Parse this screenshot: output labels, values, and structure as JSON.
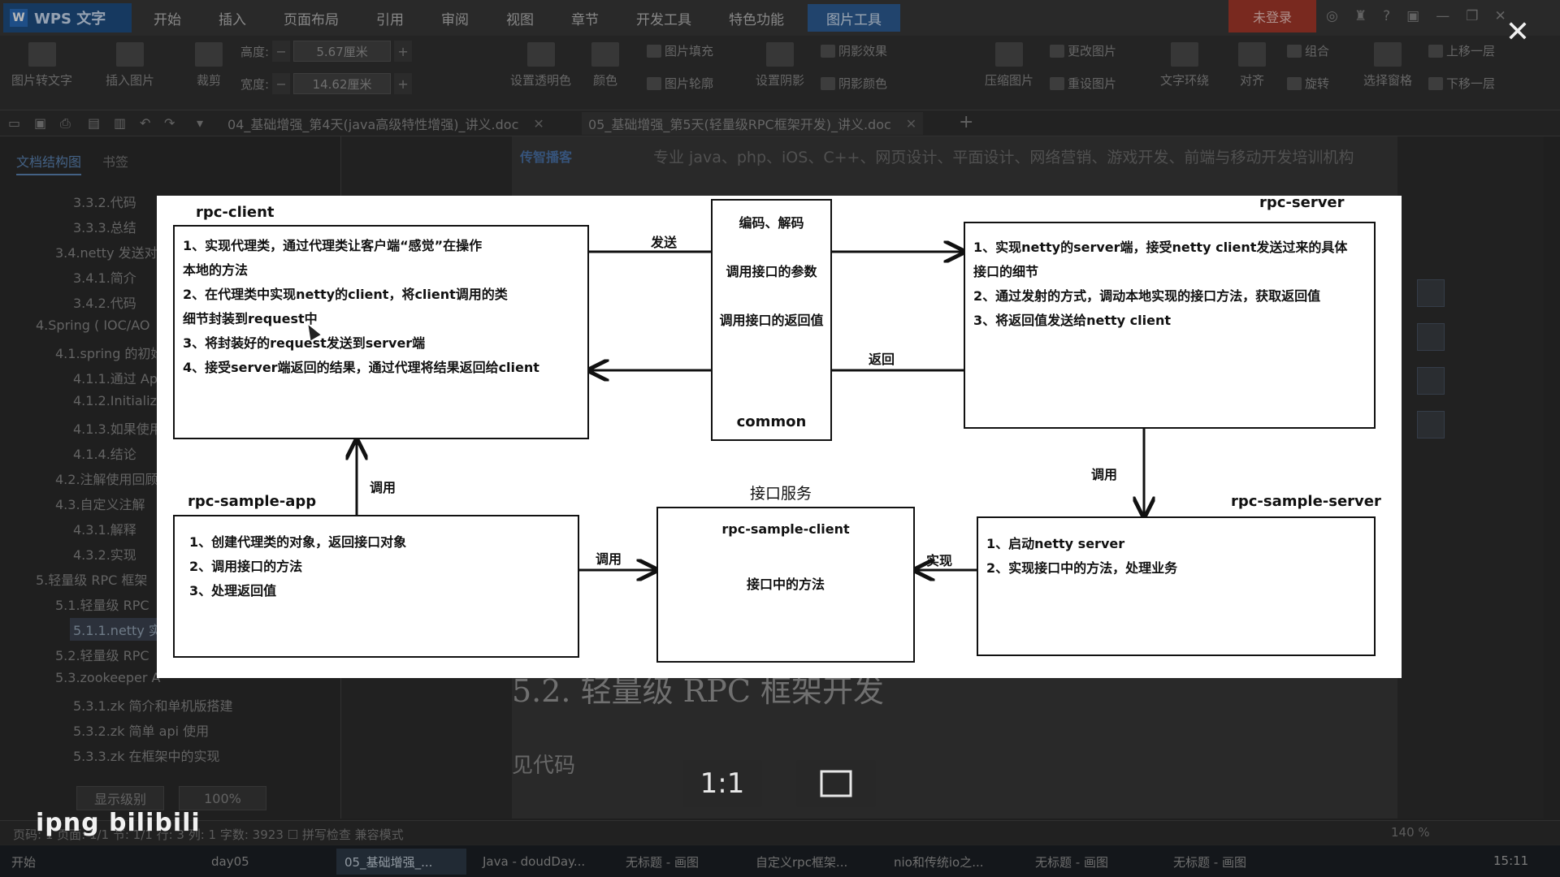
{
  "app": {
    "name": "WPS 文字",
    "menu": [
      "开始",
      "插入",
      "页面布局",
      "引用",
      "审阅",
      "视图",
      "章节",
      "开发工具",
      "特色功能",
      "图片工具"
    ],
    "active_menu": "图片工具",
    "login": "未登录"
  },
  "ribbon": {
    "image_to_text": "图片转文字",
    "insert_image": "插入图片",
    "crop": "裁剪",
    "height_label": "高度:",
    "height_value": "5.67厘米",
    "width_label": "宽度:",
    "width_value": "14.62厘米",
    "set_transparent": "设置透明色",
    "color": "颜色",
    "image_fill": "图片填充",
    "image_outline": "图片轮廓",
    "set_shadow": "设置阴影",
    "shadow_effect": "阴影效果",
    "shadow_color": "阴影颜色",
    "change_image": "更改图片",
    "compress_image": "压缩图片",
    "reset_image": "重设图片",
    "text_wrap": "文字环绕",
    "align": "对齐",
    "group": "组合",
    "rotate": "旋转",
    "selection_pane": "选择窗格",
    "bring_forward": "上移一层",
    "send_backward": "下移一层"
  },
  "doc_tabs": [
    {
      "label": "04_基础增强_第4天(java高级特性增强)_讲义.doc"
    },
    {
      "label": "05_基础增强_第5天(轻量级RPC框架开发)_讲义.doc"
    }
  ],
  "nav": {
    "tabs": [
      "文档结构图",
      "书签"
    ],
    "items": [
      "3.3.2.代码",
      "3.3.3.总结",
      "3.4.netty 发送对",
      "3.4.1.简介",
      "3.4.2.代码",
      "4.Spring ( IOC/AO",
      "4.1.spring 的初始",
      "4.1.1.通过 Ap",
      "4.1.2.Initializi",
      "4.1.3.如果使用",
      "4.1.4.结论",
      "4.2.注解使用回顾",
      "4.3.自定义注解",
      "4.3.1.解释",
      "4.3.2.实现",
      "5.轻量级 RPC 框架",
      "5.1.轻量级 RPC",
      "5.1.1.netty 实",
      "5.2.轻量级 RPC",
      "5.3.zookeeper A",
      "5.3.1.zk 简介和单机版搭建",
      "5.3.2.zk 简单 api 使用",
      "5.3.3.zk 在框架中的实现"
    ],
    "display_level": "显示级别",
    "zoom": "100%"
  },
  "document": {
    "header_logo": "传智播客",
    "header_text": "专业 java、php、iOS、C++、网页设计、平面设计、网络营销、游戏开发、前端与移动开发培训机构",
    "heading": "5.2. 轻量级 RPC 框架开发",
    "paragraph": "见代码"
  },
  "diagram": {
    "rpc_client": {
      "title": "rpc-client",
      "lines": [
        "1、实现代理类，通过代理类让客户端“感觉”在操作",
        "本地的方法",
        "2、在代理类中实现netty的client，将client调用的类",
        "细节封装到request中",
        "3、将封装好的request发送到server端",
        "4、接受server端返回的结果，通过代理将结果返回给client"
      ]
    },
    "common": {
      "lines": [
        "编码、解码",
        "调用接口的参数",
        "调用接口的返回值"
      ],
      "title": "common"
    },
    "rpc_server": {
      "title": "rpc-server",
      "lines": [
        "1、实现netty的server端，接受netty client发送过来的具体",
        "接口的细节",
        "2、通过发射的方式，调动本地实现的接口方法，获取返回值",
        "3、将返回值发送给netty client"
      ]
    },
    "rpc_sample_app": {
      "title": "rpc-sample-app",
      "lines": [
        "1、创建代理类的对象，返回接口对象",
        "2、调用接口的方法",
        "3、处理返回值"
      ]
    },
    "interface_service": {
      "caption": "接口服务",
      "title": "rpc-sample-client",
      "body": "接口中的方法"
    },
    "rpc_sample_server": {
      "title": "rpc-sample-server",
      "lines": [
        "1、启动netty server",
        "2、实现接口中的方法，处理业务"
      ]
    },
    "edges": {
      "send": "发送",
      "return": "返回",
      "call_left": "调用",
      "call_right": "调用",
      "call_bottom": "调用",
      "implement": "实现"
    }
  },
  "viewer": {
    "actual_size": "1:1",
    "fit_icon": "fit-screen-icon",
    "close_icon": "close-icon"
  },
  "watermark": "ipng bilibili",
  "status": {
    "text": "页码: 1  页面: 1/1  节: 1/1  行: 3  列: 1  字数: 3923  ☐ 拼写检查   兼容模式",
    "zoom": "140 %"
  },
  "taskbar": {
    "start": "开始",
    "tasks": [
      "day05",
      "05_基础增强_...",
      "Java - doudDay...",
      "无标题 - 画图",
      "自定义rpc框架...",
      "nio和传统io之...",
      "无标题 - 画图",
      "无标题 - 画图"
    ],
    "clock": "15:11"
  }
}
